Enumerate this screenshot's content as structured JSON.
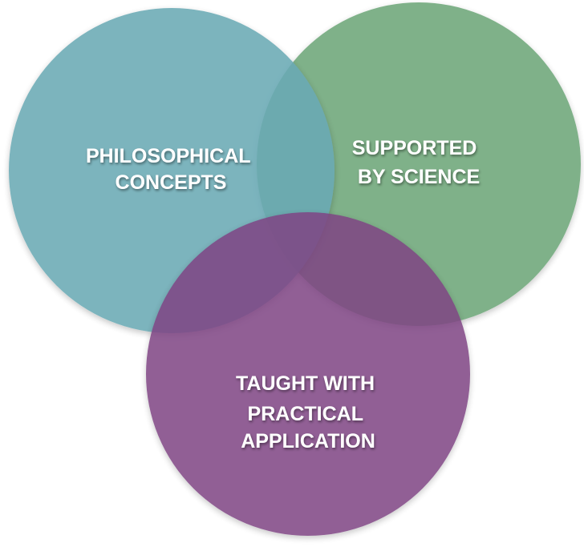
{
  "diagram": {
    "type": "venn",
    "circles": [
      {
        "id": "philosophical",
        "color": "#6aaab5",
        "lines": [
          "PHILOSOPHICAL",
          "CONCEPTS"
        ]
      },
      {
        "id": "science",
        "color": "#6ea779",
        "lines": [
          "SUPPORTED",
          "BY SCIENCE"
        ]
      },
      {
        "id": "practical",
        "color": "#7f4584",
        "lines": [
          "TAUGHT WITH",
          "PRACTICAL",
          "APPLICATION"
        ]
      }
    ]
  }
}
